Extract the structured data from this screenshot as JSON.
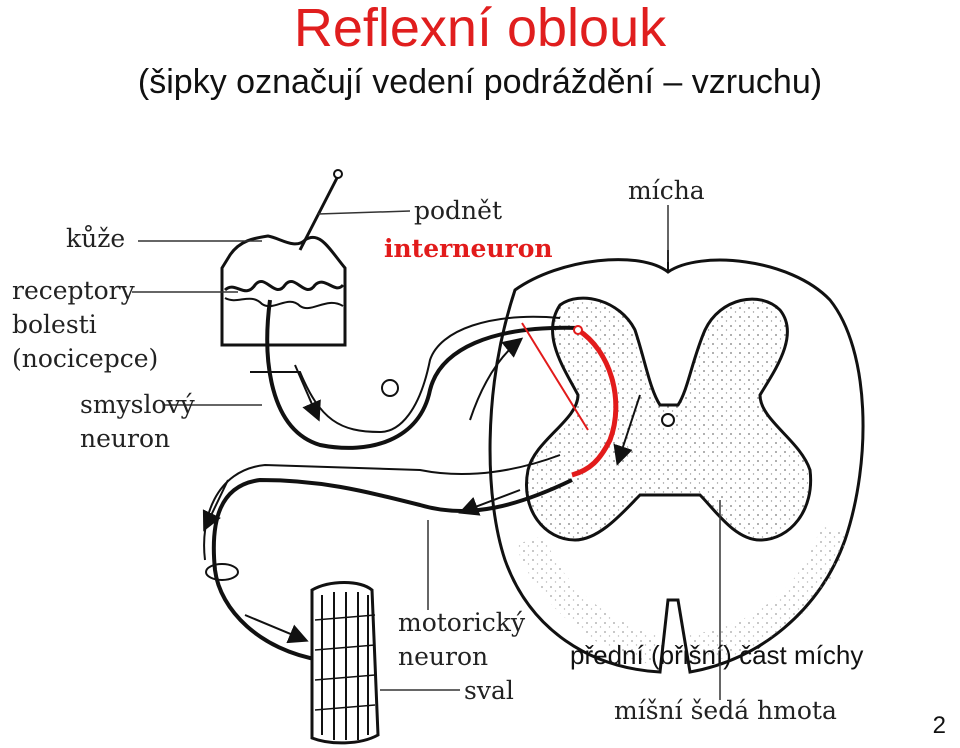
{
  "slide": {
    "title": "Reflexní oblouk",
    "subtitle": "(šipky označují vedení podráždění – vzruchu)",
    "page_number": "2"
  },
  "labels": {
    "kuze": "kůže",
    "podnet": "podnět",
    "interneuron": "interneuron",
    "micha": "mícha",
    "receptory_line1": "receptory",
    "receptory_line2": "bolesti",
    "receptory_line3": "(nocicepce)",
    "smyslovy_line1": "smyslový",
    "smyslovy_line2": "neuron",
    "motoricky_line1": "motorický",
    "motoricky_line2": "neuron",
    "sval": "sval",
    "predni_cast": "přední (břišní) část míchy",
    "seda_hmota": "míšní šedá hmota"
  },
  "colors": {
    "title": "#e01e1e",
    "interneuron": "#e21b1b",
    "line": "#111111"
  }
}
